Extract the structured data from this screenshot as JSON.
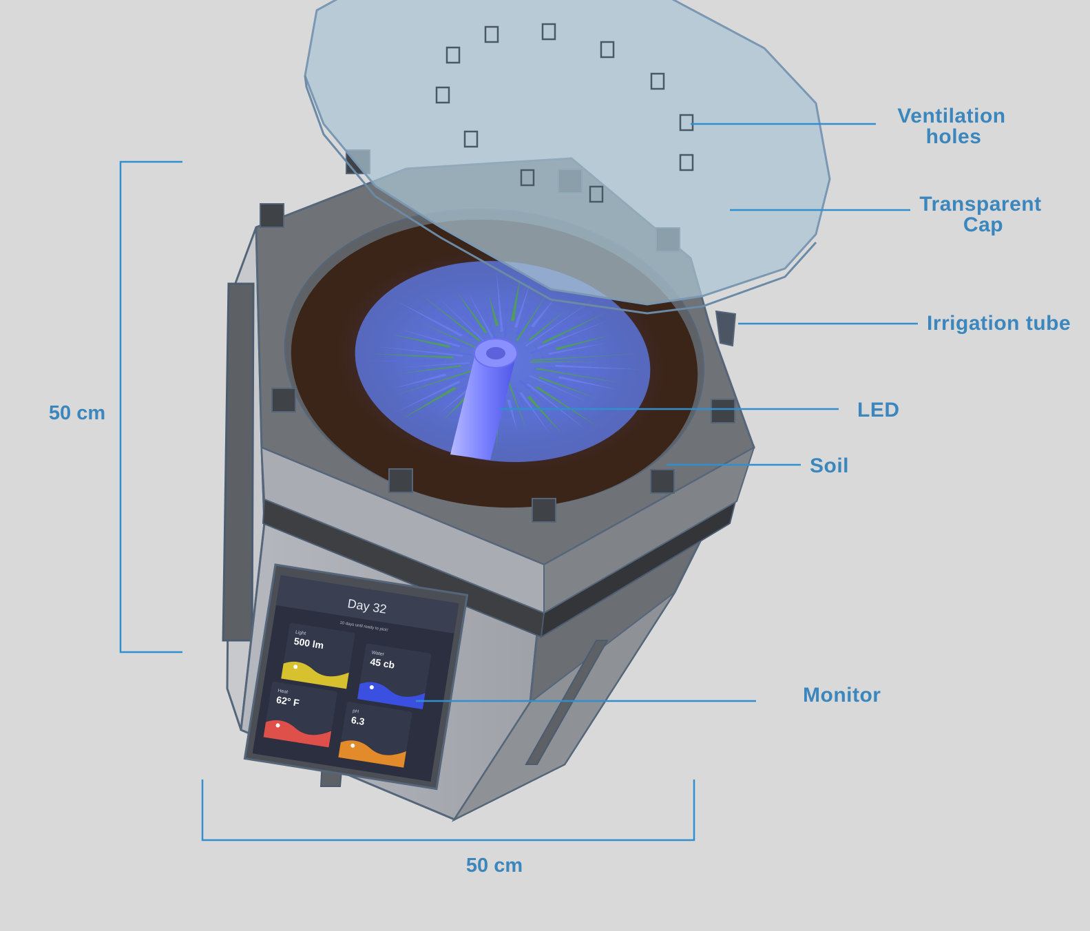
{
  "colors": {
    "background": "#d9d9d9",
    "accent": "#2f8fcf",
    "label_text": "#3a86bd",
    "body_light": "#a4a7ad",
    "body_dark": "#6b6e73",
    "soil": "#3b2418",
    "cap": "#a9c3d3",
    "led": "#7b82ff",
    "foliage": "#4f7ee0",
    "monitor_bg": "#2b2f40"
  },
  "labels": {
    "ventilation_line1": "Ventilation",
    "ventilation_line2": "holes",
    "cap_line1": "Transparent",
    "cap_line2": "Cap",
    "irrigation": "Irrigation tube",
    "led": "LED",
    "soil": "Soil",
    "monitor": "Monitor"
  },
  "dimensions": {
    "height": "50 cm",
    "width": "50 cm"
  },
  "monitor": {
    "title": "Day 32",
    "subtitle": "10 days until ready to pick!",
    "tiles": [
      {
        "name": "Light",
        "value": "500 lm",
        "color": "#d8c12e"
      },
      {
        "name": "Water",
        "value": "45 cb",
        "color": "#3b4fe0"
      },
      {
        "name": "Heat",
        "value": "62° F",
        "color": "#e0504a"
      },
      {
        "name": "pH",
        "value": "6.3",
        "color": "#e38a2a"
      }
    ]
  },
  "icons": {
    "vent": "vent-hole-icon",
    "bolt": "bolt-icon"
  }
}
